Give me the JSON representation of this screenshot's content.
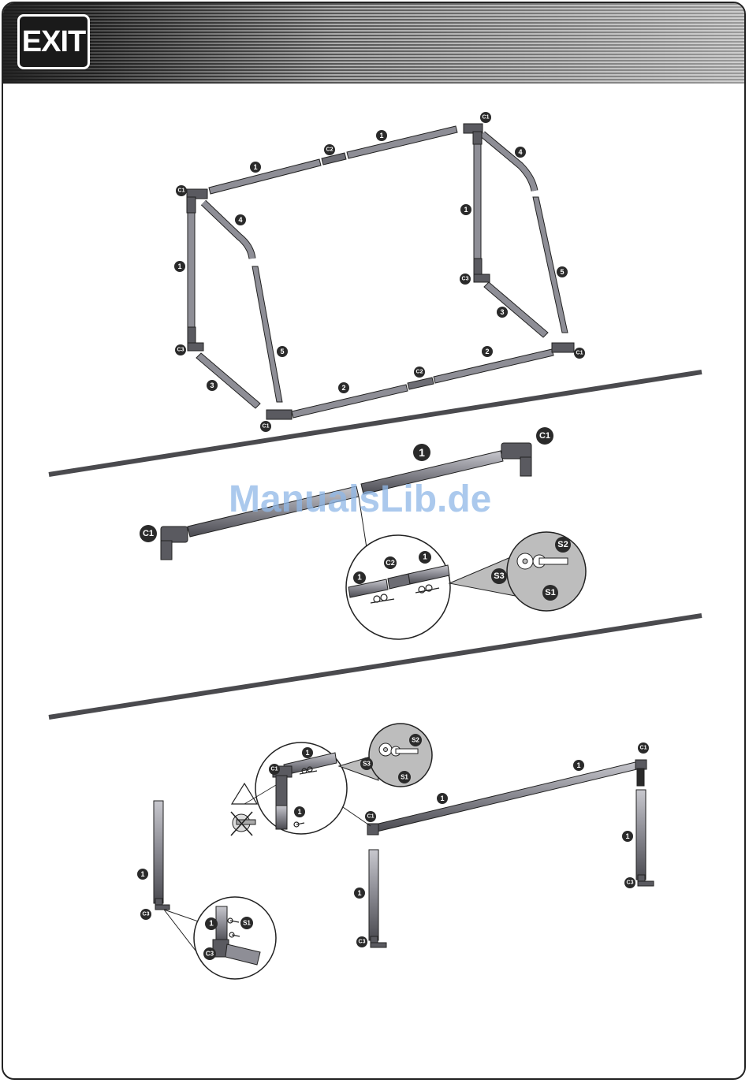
{
  "brand": {
    "logo_text": "EXIT"
  },
  "watermark": {
    "text": "ManualsLib.de"
  },
  "labels": {
    "tube_top": "1",
    "tube_bottom": "2",
    "tube_ground": "3",
    "tube_bend": "4",
    "tube_back": "5",
    "corner": "C1",
    "connector": "C2",
    "foot": "C3",
    "bolt": "S1",
    "washer_large": "S2",
    "washer_small": "S3"
  },
  "colors": {
    "tube": "#8e8e96",
    "tube_dark": "#4a4a50",
    "line": "#222222",
    "badge": "#2a2a2a"
  }
}
